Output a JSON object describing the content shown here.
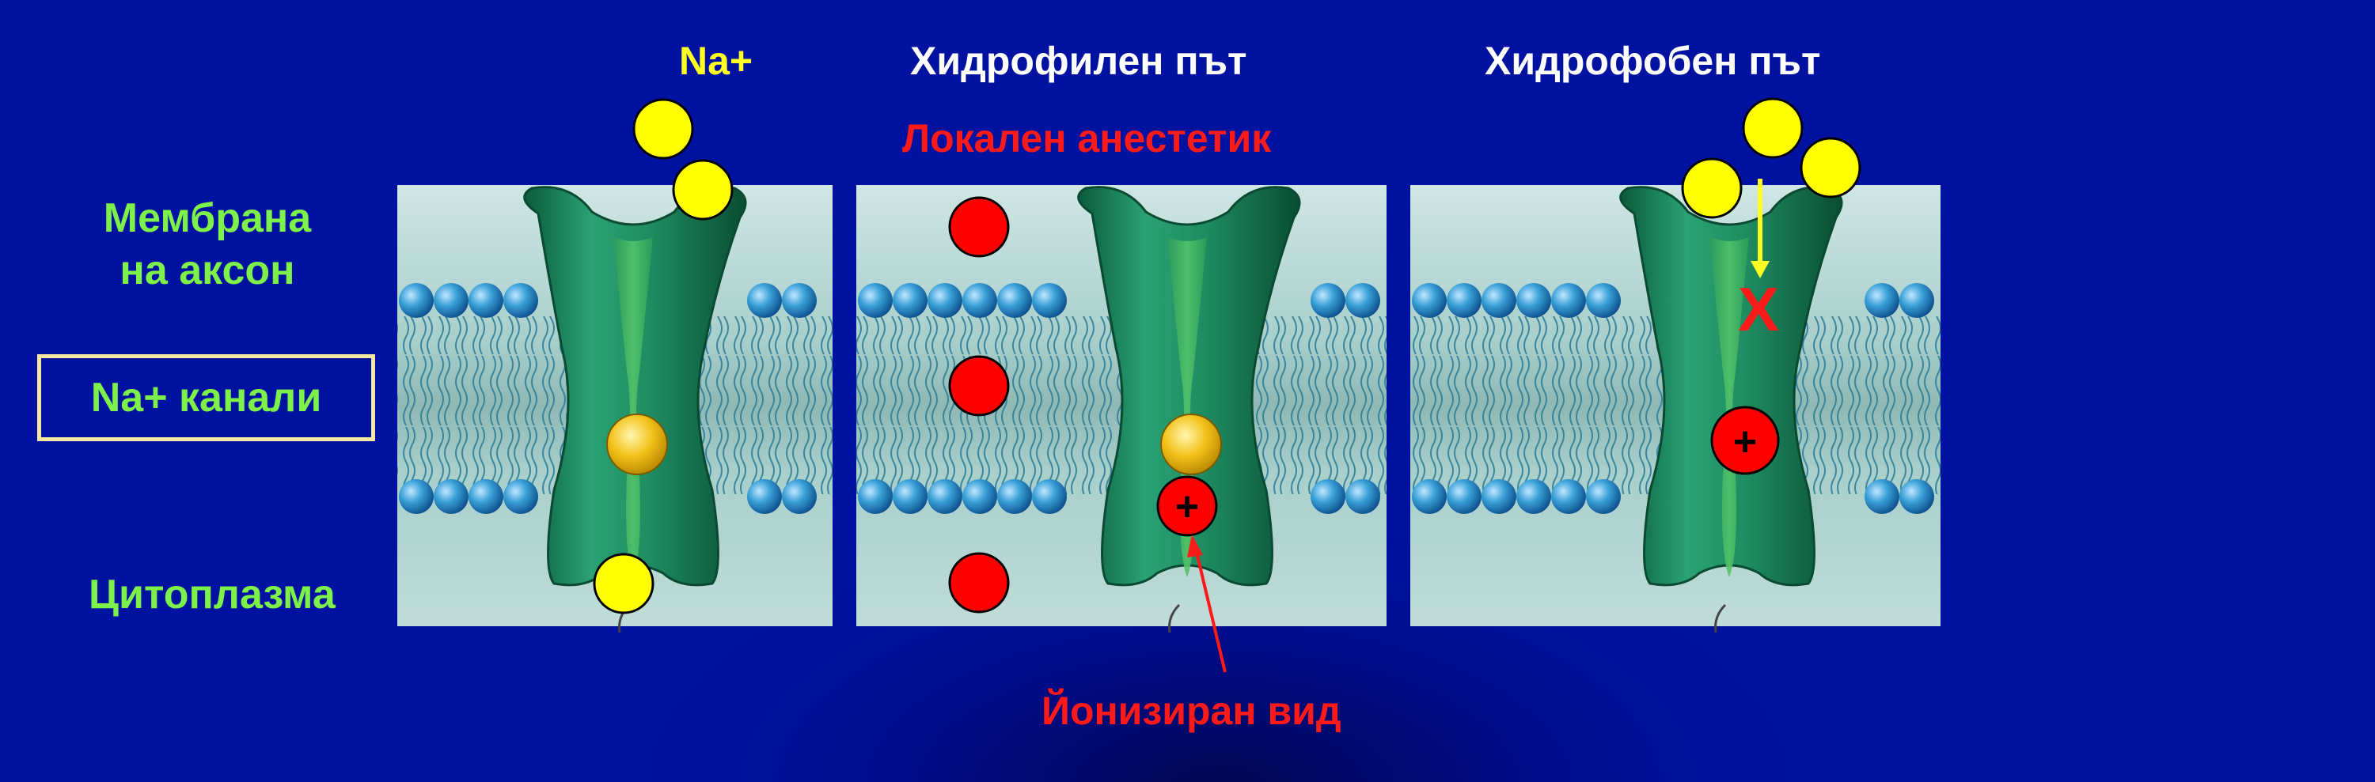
{
  "labels": {
    "na_plus": "Na+",
    "hydrophilic_path": "Хидрофилен път",
    "hydrophobic_path": "Хидрофобен път",
    "local_anesthetic": "Локален анестетик",
    "axon_membrane_line1": "Мембрана",
    "axon_membrane_line2": "на аксон",
    "na_channels": "Na+ канали",
    "cytoplasm": "Цитоплазма",
    "ionized_form": "Йонизиран вид",
    "plus_sign_1": "+",
    "plus_sign_2": "+",
    "block_mark": "X"
  },
  "colors": {
    "background": "#00119c",
    "label_green": "#7df04a",
    "label_yellow": "#ffff22",
    "label_red": "#ff1a1a",
    "sodium_ion": "#ffff00",
    "anesthetic_molecule": "#ff0000",
    "channel_protein": "#1f8f63",
    "lipid_head": "#3aa0d8"
  },
  "icons": {
    "sodium": "yellow-circle",
    "anesthetic": "red-circle",
    "ionized_anesthetic": "red-circle-plus",
    "arrow": "arrow-icon",
    "block": "x-mark"
  }
}
